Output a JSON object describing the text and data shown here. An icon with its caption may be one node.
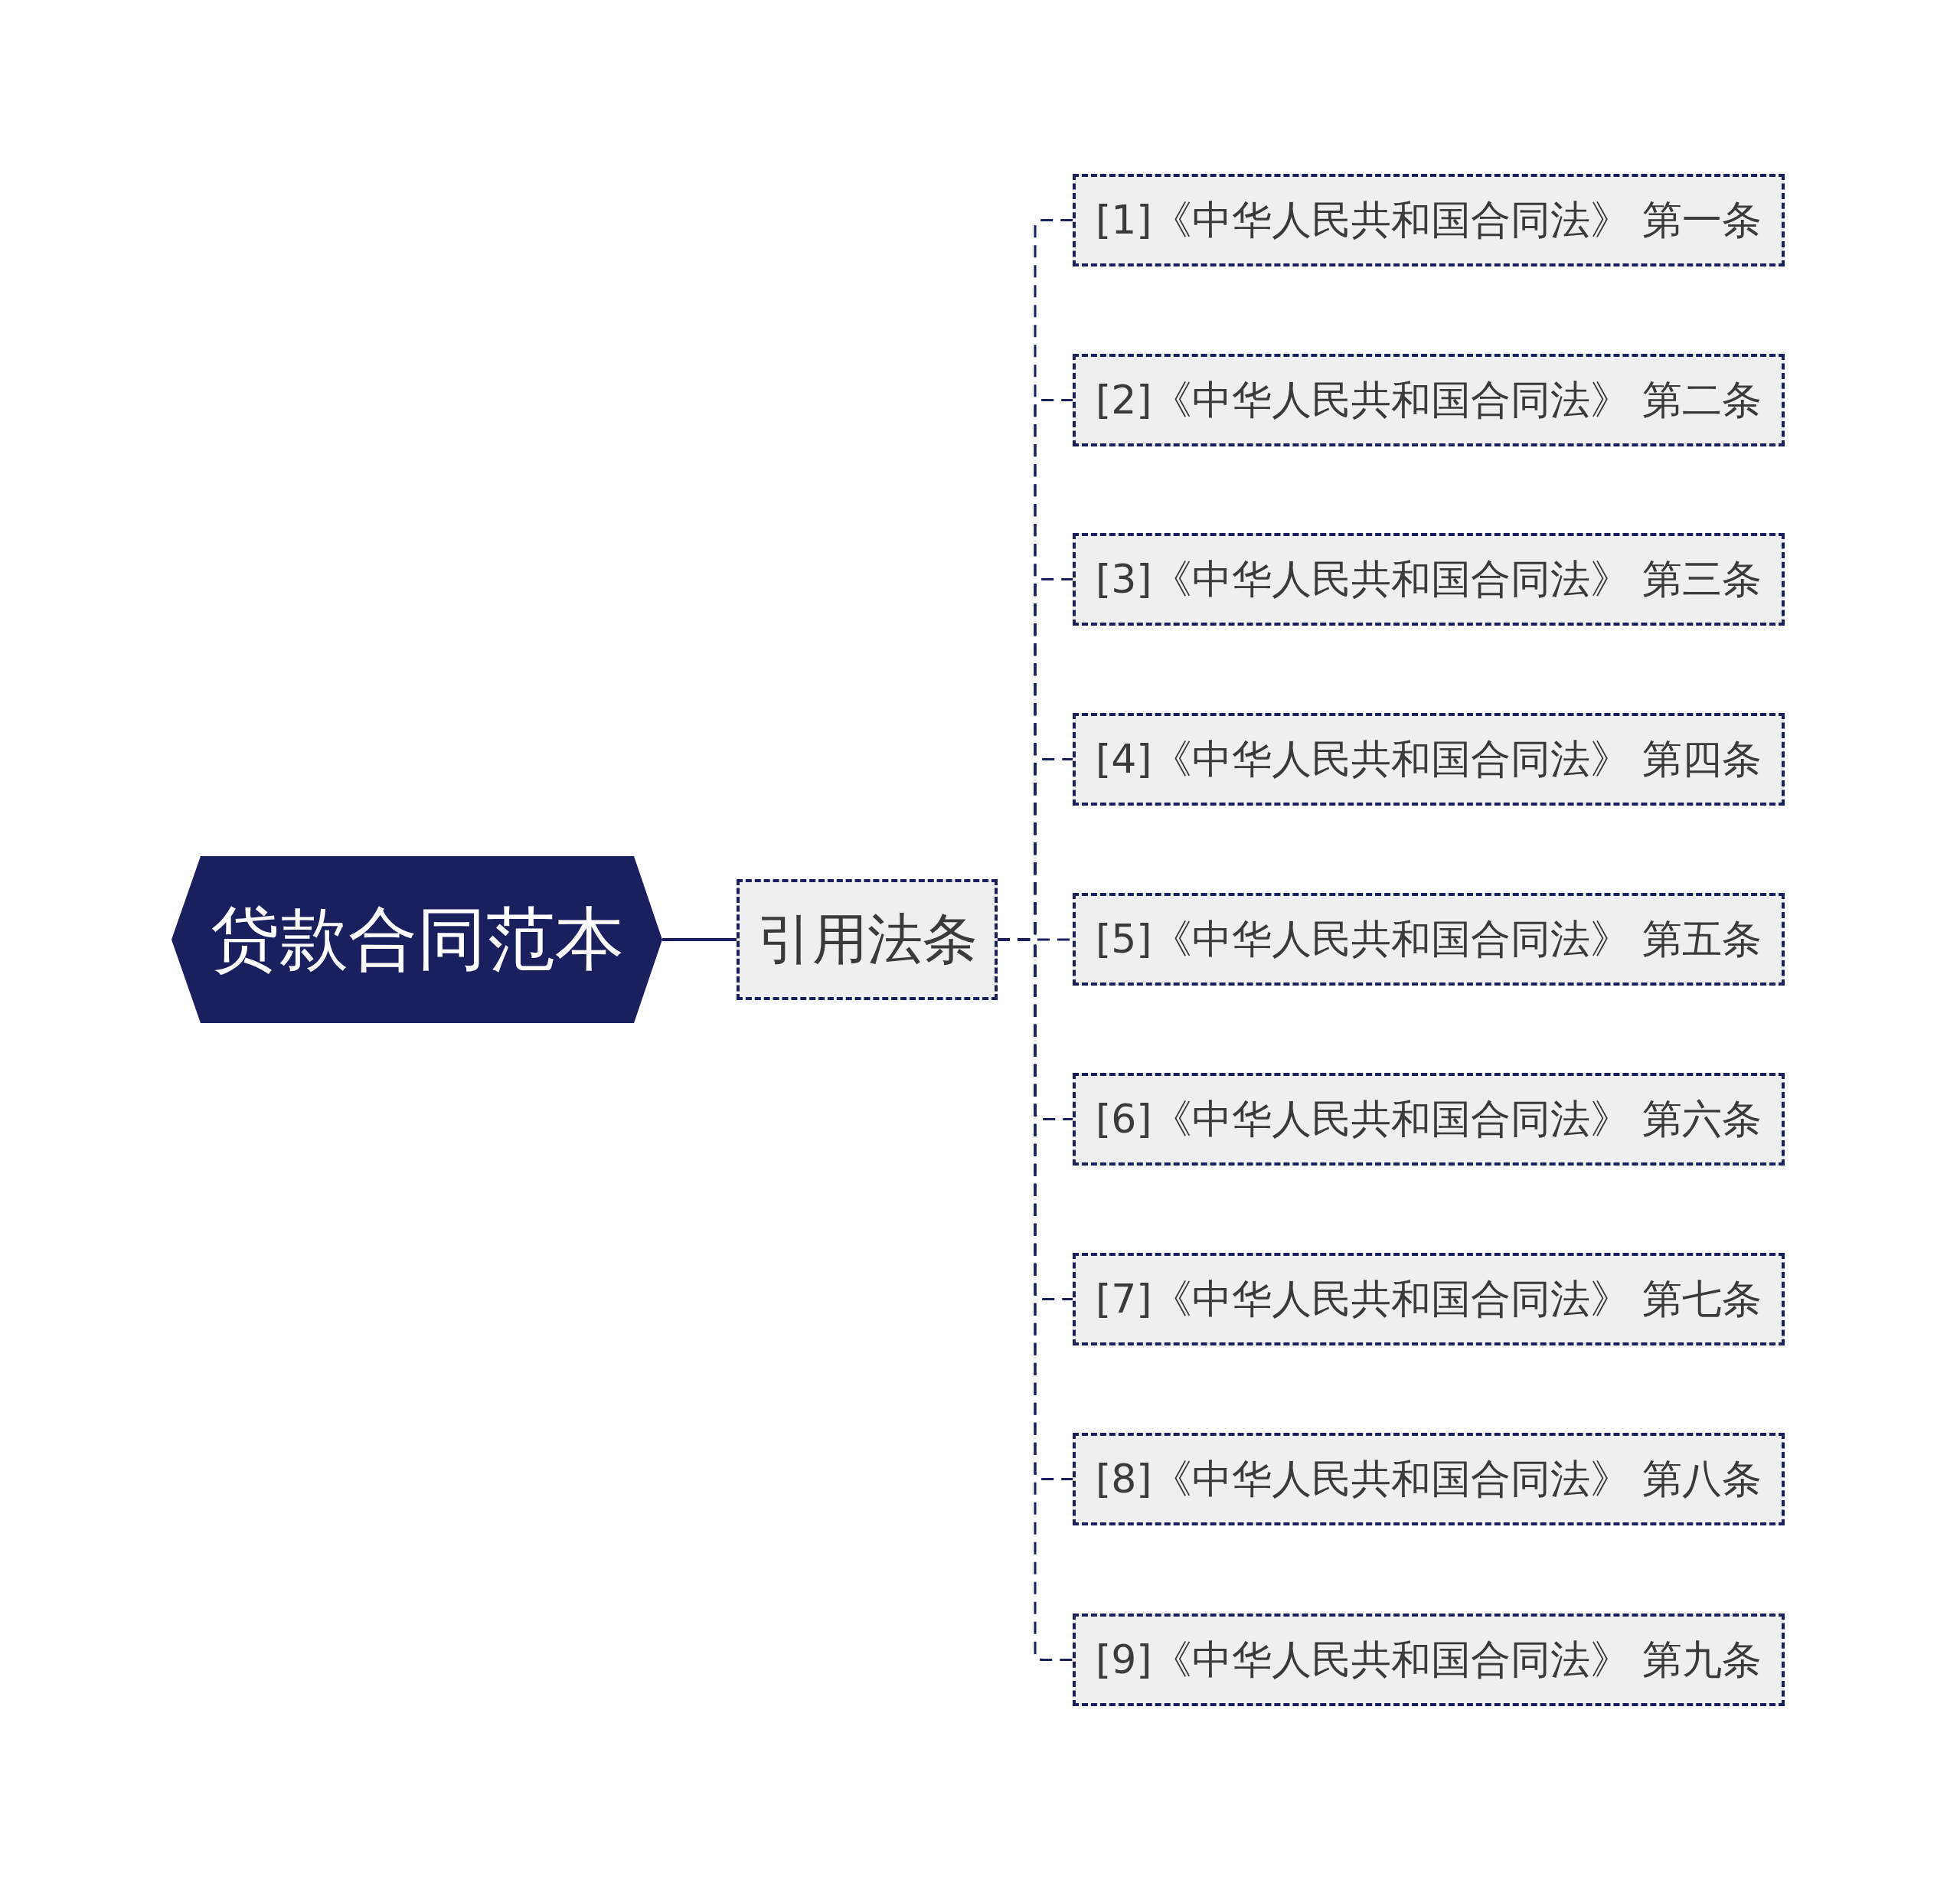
{
  "diagram": {
    "nodes": [
      {
        "text": [
          "贷款合同范本"
        ]
      },
      {
        "text": [
          "引用法条"
        ]
      },
      {
        "text": [
          "[1]《中华人民共和国合同法》 第一条"
        ]
      },
      {
        "text": [
          "[2]《中华人民共和国合同法》 第二条"
        ]
      },
      {
        "text": [
          "[3]《中华人民共和国合同法》 第三条"
        ]
      },
      {
        "text": [
          "[4]《中华人民共和国合同法》 第四条"
        ]
      },
      {
        "text": [
          "[5]《中华人民共和国合同法》 第五条"
        ]
      },
      {
        "text": [
          "[6]《中华人民共和国合同法》 第六条"
        ]
      },
      {
        "text": [
          "[7]《中华人民共和国合同法》 第七条"
        ]
      },
      {
        "text": [
          "[8]《中华人民共和国合同法》 第八条"
        ]
      },
      {
        "text": [
          "[9]《中华人民共和国合同法》 第九条"
        ]
      }
    ],
    "edges": [
      {
        "from": 0,
        "to": 1,
        "arrow": "none"
      },
      {
        "from": 1,
        "to": 2,
        "arrow": "none",
        "style": "dashed"
      },
      {
        "from": 1,
        "to": 3,
        "arrow": "none",
        "style": "dashed"
      },
      {
        "from": 1,
        "to": 4,
        "arrow": "none",
        "style": "dashed"
      },
      {
        "from": 1,
        "to": 5,
        "arrow": "none",
        "style": "dashed"
      },
      {
        "from": 1,
        "to": 6,
        "arrow": "none",
        "style": "dashed"
      },
      {
        "from": 1,
        "to": 7,
        "arrow": "none",
        "style": "dashed"
      },
      {
        "from": 1,
        "to": 8,
        "arrow": "none",
        "style": "dashed"
      },
      {
        "from": 1,
        "to": 9,
        "arrow": "none",
        "style": "dashed"
      },
      {
        "from": 1,
        "to": 10,
        "arrow": "none",
        "style": "dashed"
      }
    ]
  }
}
